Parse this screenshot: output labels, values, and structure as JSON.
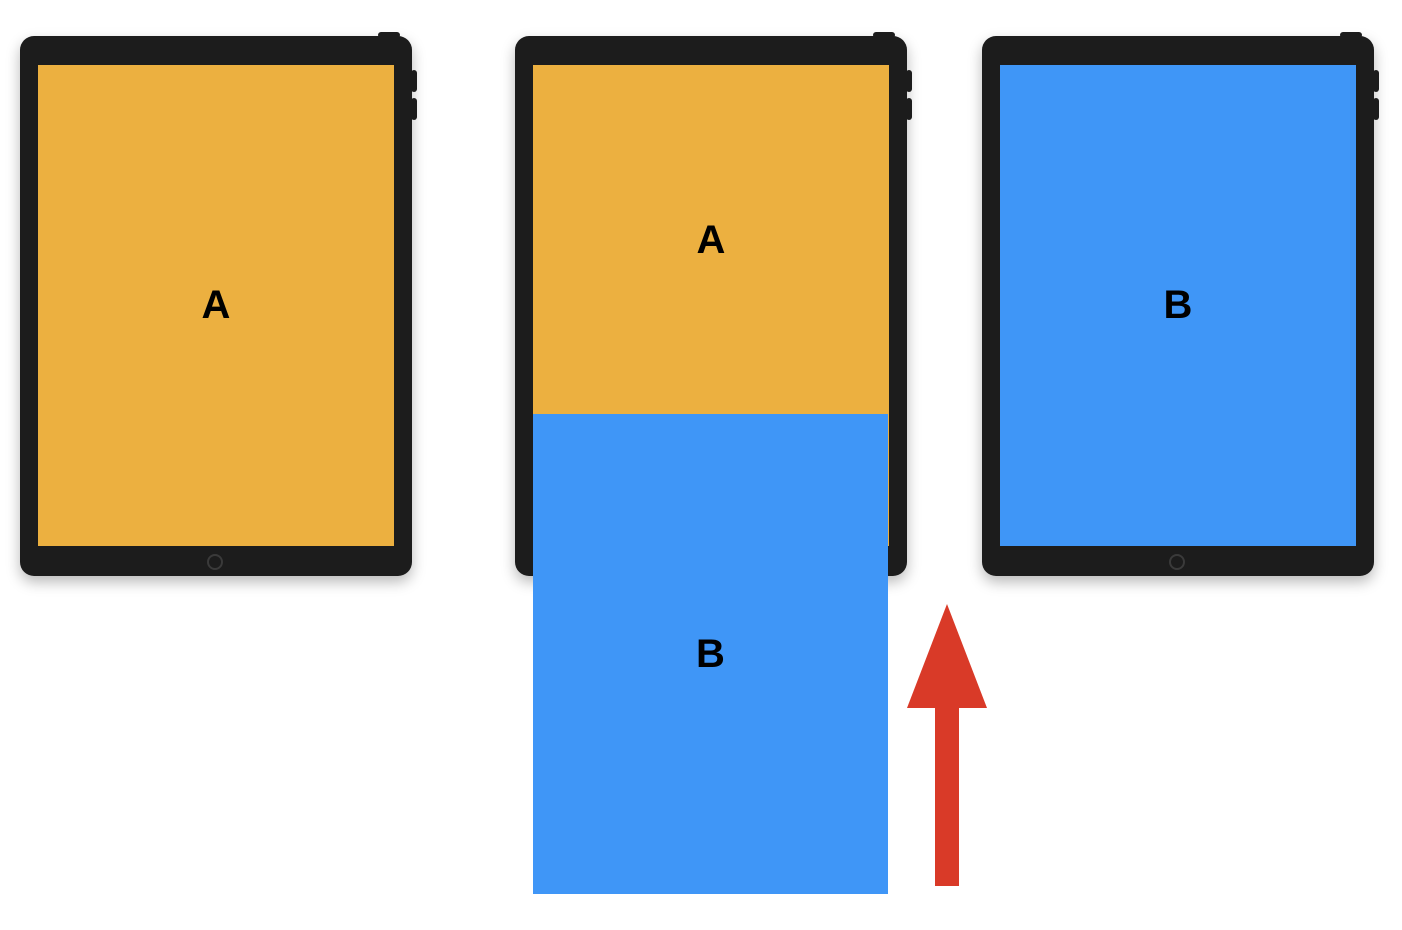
{
  "colors": {
    "screen_a": "#ECB040",
    "screen_b": "#3F96F7",
    "device": "#1C1C1C",
    "arrow": "#D93A28"
  },
  "tablet_left": {
    "label": "A"
  },
  "tablet_middle": {
    "label_top": "A",
    "label_bottom": "B"
  },
  "tablet_right": {
    "label": "B"
  },
  "arrow": {
    "direction": "up"
  }
}
